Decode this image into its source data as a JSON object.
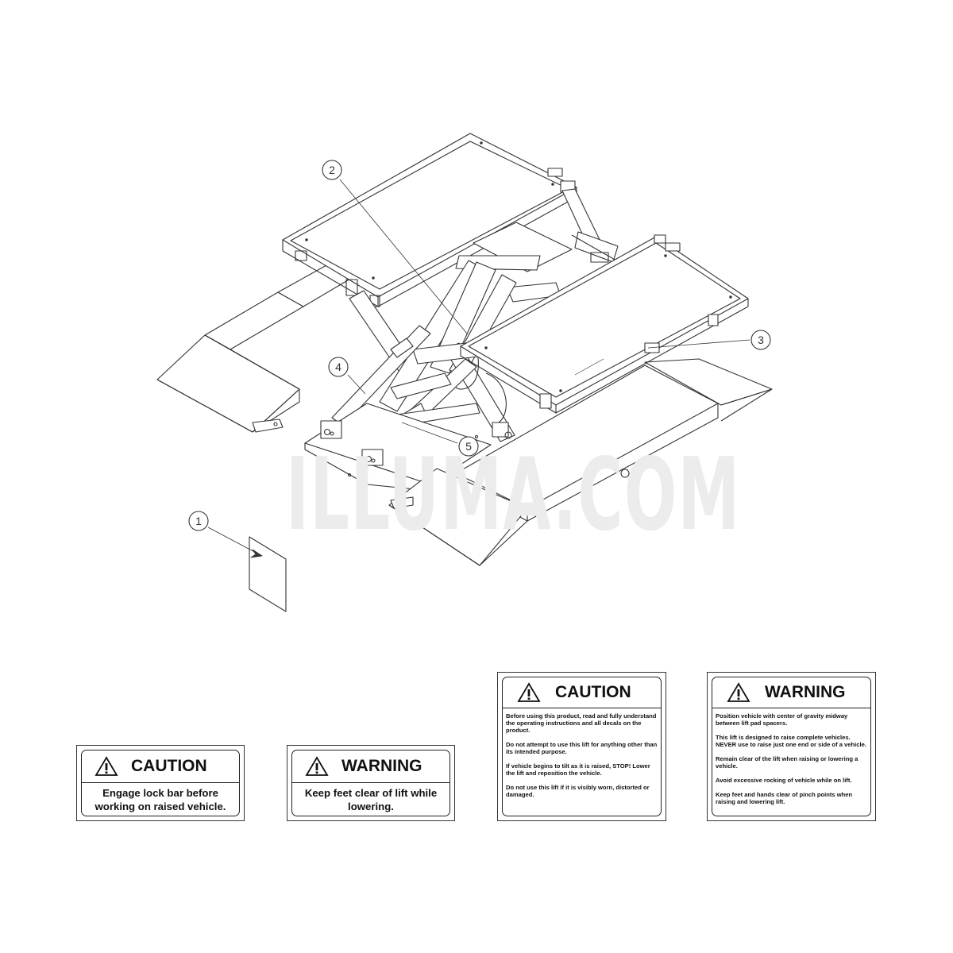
{
  "callouts": [
    "1",
    "2",
    "3",
    "4",
    "5"
  ],
  "watermark": "ILLUMA.COM",
  "decals": {
    "caution_small": {
      "header": "CAUTION",
      "text": "Engage lock bar before working on raised vehicle."
    },
    "warning_small": {
      "header": "WARNING",
      "text": "Keep feet clear of lift while lowering."
    },
    "caution_large": {
      "header": "CAUTION",
      "items": [
        "Before using this product, read and fully understand the operating instructions and all decals on the product.",
        "Do not attempt to use this lift for anything other than its intended purpose.",
        "If vehicle begins to tilt as it is raised, STOP! Lower the lift and reposition the vehicle.",
        "Do not use this lift if it is visibly worn, distorted or damaged."
      ]
    },
    "warning_large": {
      "header": "WARNING",
      "items": [
        "Position vehicle with center of gravity midway between lift pad spacers.",
        "This lift is designed to raise complete vehicles. NEVER use to raise just one end or side of a vehicle.",
        "Remain clear of the lift when raising or lowering a vehicle.",
        "Avoid excessive rocking of vehicle while on lift.",
        "Keep feet and hands clear of pinch points when raising and lowering lift."
      ]
    }
  }
}
